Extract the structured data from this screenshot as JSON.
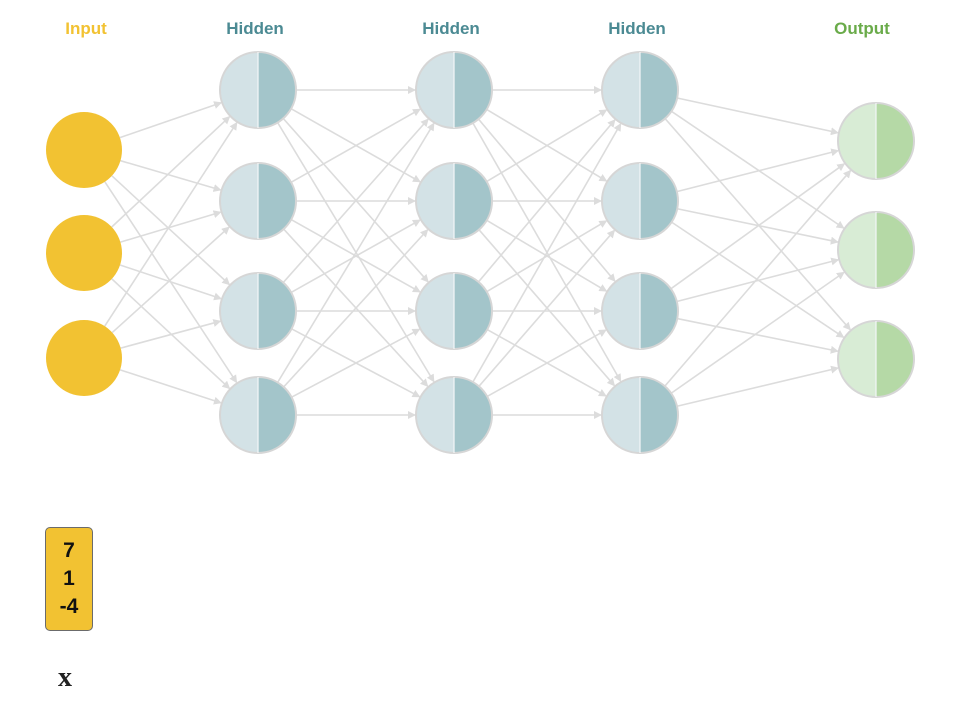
{
  "layers": [
    {
      "label": "Input",
      "type": "input",
      "nodes": 3
    },
    {
      "label": "Hidden",
      "type": "hidden",
      "nodes": 4
    },
    {
      "label": "Hidden",
      "type": "hidden",
      "nodes": 4
    },
    {
      "label": "Hidden",
      "type": "hidden",
      "nodes": 4
    },
    {
      "label": "Output",
      "type": "output",
      "nodes": 3
    }
  ],
  "colors": {
    "input_label": "#f2c232",
    "input_node": "#f2c232",
    "hidden_label": "#4b8a93",
    "hidden_node_left": "#d3e2e6",
    "hidden_node_right": "#a3c5ca",
    "output_label": "#6aab4a",
    "output_node_left": "#d8ecd5",
    "output_node_right": "#b5d9a6",
    "edge": "#dcdcdc",
    "node_stroke": "#d6d6d6"
  },
  "input_vector": {
    "values": [
      "7",
      "1",
      "-4"
    ],
    "symbol": "x"
  }
}
